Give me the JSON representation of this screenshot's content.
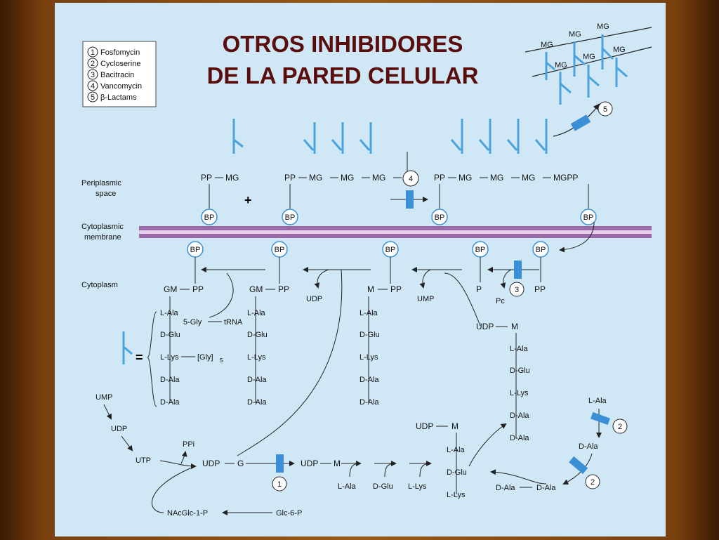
{
  "title": {
    "line1": "OTROS INHIBIDORES",
    "line2": "DE LA PARED CELULAR"
  },
  "legend": [
    {
      "num": "1",
      "name": "Fosfomycin"
    },
    {
      "num": "2",
      "name": "Cycloserine"
    },
    {
      "num": "3",
      "name": "Bacitracin"
    },
    {
      "num": "4",
      "name": "Vancomycin"
    },
    {
      "num": "5",
      "name": "β-Lactams"
    }
  ],
  "regions": {
    "periplasmic": [
      "Periplasmic",
      "space"
    ],
    "membrane": [
      "Cytoplasmic",
      "membrane"
    ],
    "cytoplasm": "Cytoplasm"
  },
  "labels": {
    "pp": "PP",
    "mg": "MG",
    "mgpp": "MGPP",
    "bp": "BP",
    "plus": "+",
    "eq": "=",
    "gm": "GM",
    "m": "M",
    "p": "P",
    "pc": "Pc",
    "udp": "UDP",
    "ump": "UMP",
    "utp": "UTP",
    "ppi": "PPi",
    "udp_g": "UDP",
    "g": "G",
    "udp_m": "UDP",
    "l_ala": "L-Ala",
    "d_glu": "D-Glu",
    "l_lys": "L-Lys",
    "d_ala": "D-Ala",
    "gly5": "5-Gly",
    "trna": "tRNA",
    "glyn": "[Gly]",
    "five_sub": "5",
    "nacglc": "NAcGlc-1-P",
    "glc6p": "Glc-6-P"
  },
  "colors": {
    "glycine": "#4aa3dd",
    "membrane": "#9a6aa8",
    "inhibitor": "#3a8fd6",
    "title": "#5a0d0d"
  }
}
